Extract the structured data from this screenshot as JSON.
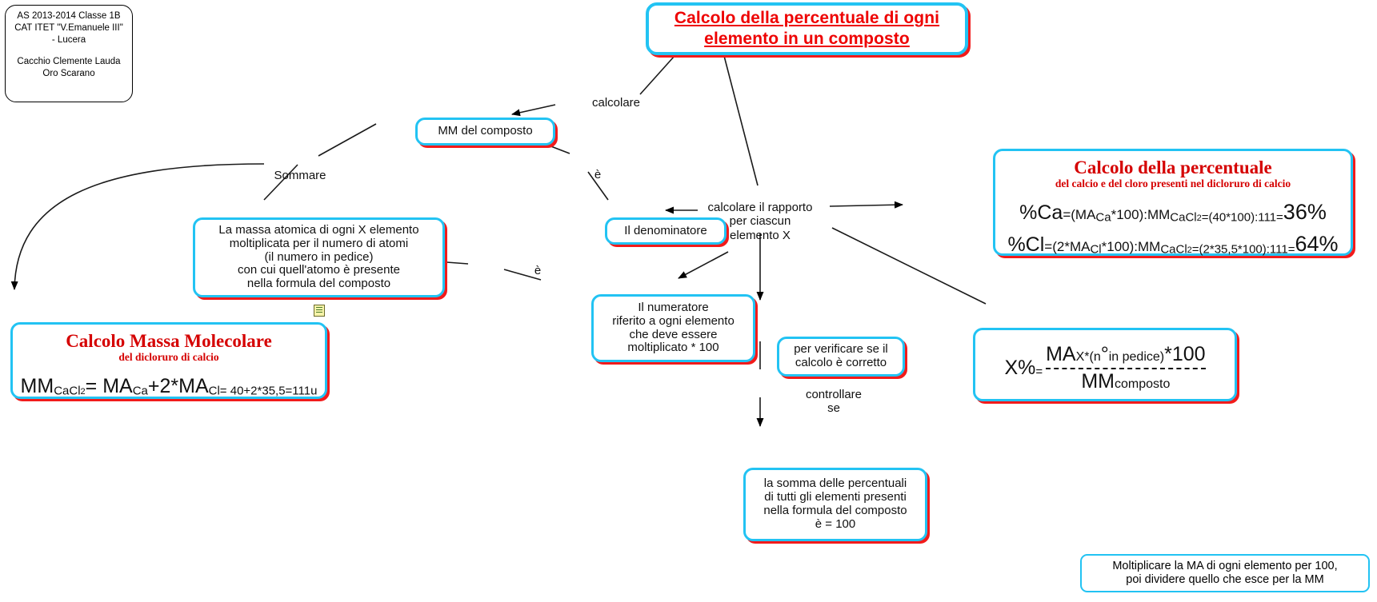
{
  "meta": {
    "map_kind": "concept-map",
    "accent_border": "#22c3f3",
    "accent_shadow": "#f21b1b",
    "title_color": "#ee0000",
    "formula_header_color": "#d50000"
  },
  "credits": {
    "line1": "AS 2013-2014",
    "line2": "Classe 1B CAT",
    "line3": "ITET \"V.Emanuele III\" - Lucera",
    "names": [
      "Cacchio",
      "Clemente",
      "Lauda",
      "Oro",
      "Scarano"
    ]
  },
  "title": {
    "line1": "Calcolo della percentuale di ogni",
    "line2": "elemento in un composto"
  },
  "nodes": {
    "mm_composto": {
      "line1": "MM del composto"
    },
    "denominatore": {
      "line1": "Il denominatore"
    },
    "massa_atomica": {
      "line1": "La massa atomica di ogni X elemento",
      "line2": "moltiplicata per il numero di atomi",
      "line3": "(il numero in pedice)",
      "line4": "con cui quell'atomo è presente",
      "line5": "nella formula del composto"
    },
    "numeratore": {
      "line1": "Il numeratore",
      "line2": "riferito a ogni elemento",
      "line3": "che deve essere",
      "line4": "moltiplicato * 100"
    },
    "verifica": {
      "line1": "per verificare se il",
      "line2": "calcolo è corretto"
    },
    "somma": {
      "line1": "la somma delle percentuali",
      "line2": "di tutti gli elementi presenti",
      "line3": "nella formula del composto",
      "line4": "è = 100"
    },
    "nota_finale": {
      "line1": "Moltiplicare la MA di ogni elemento per 100,",
      "line2": "poi dividere quello che esce per la MM"
    }
  },
  "formula_percentuale": {
    "header1": "Calcolo della percentuale",
    "header2": "del calcio e del cloro presenti nel dicloruro di calcio",
    "rows": [
      {
        "label": "%Ca",
        "expr_pre": "=(MA",
        "expr_sub1": "Ca",
        "expr_mid": "*100):MM",
        "expr_sub2": "CaCl",
        "expr_sub2n": "2",
        "expr_post": "=(40*100):111=",
        "result": "36%"
      },
      {
        "label": "%Cl",
        "expr_pre": "=(2*MA",
        "expr_sub1": "Cl",
        "expr_mid": "*100):MM",
        "expr_sub2": "CaCl",
        "expr_sub2n": "2",
        "expr_post": "=(2*35,5*100):111=",
        "result": "64%"
      }
    ]
  },
  "formula_massa": {
    "header1": "Calcolo Massa Molecolare",
    "header2": "del dicloruro di calcio",
    "expr_a": "MM",
    "expr_a_sub": "CaCl",
    "expr_a_sub_n": "2",
    "expr_b": "= MA",
    "expr_b_sub": "Ca",
    "expr_c": "+2*MA",
    "expr_c_sub": "Cl",
    "expr_tail": "= 40+2*35,5=111u"
  },
  "formula_xpercent": {
    "lead": "X%",
    "equals": "=",
    "numerator_a": "MA",
    "numerator_a_sub": "X",
    "numerator_b": "*(n",
    "numerator_deg": "°",
    "numerator_c": "in pedice)",
    "numerator_d": "*100",
    "denominator_a": "MM",
    "denominator_sub": "composto"
  },
  "link_labels": {
    "calcolare": "calcolare",
    "sommare": "Sommare",
    "e1": "è",
    "e2": "è",
    "rapporto": "calcolare il rapporto\nper ciascun\nelemento X",
    "controllare": "controllare\nse"
  }
}
